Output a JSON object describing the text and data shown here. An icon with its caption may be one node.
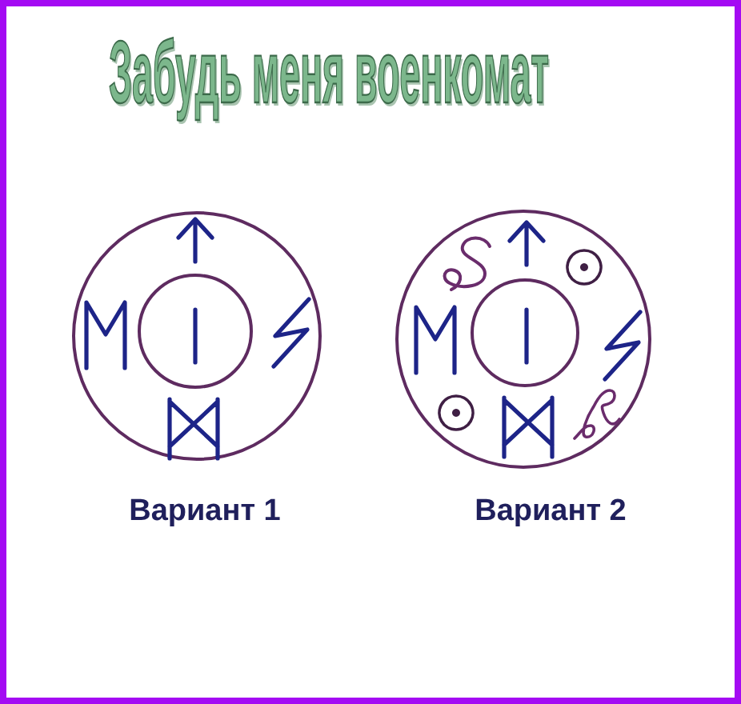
{
  "diagram": {
    "title": "Забудь меня военкомат",
    "nodes": [
      {
        "text": [],
        "shape": "circle",
        "beside": [
          "Вариант 1"
        ]
      },
      {
        "text": [],
        "shape": "circle",
        "in": 0
      },
      {
        "text": [],
        "shape": "circle",
        "beside": [
          "Вариант 2"
        ]
      },
      {
        "text": [],
        "shape": "circle",
        "in": 2
      }
    ]
  }
}
